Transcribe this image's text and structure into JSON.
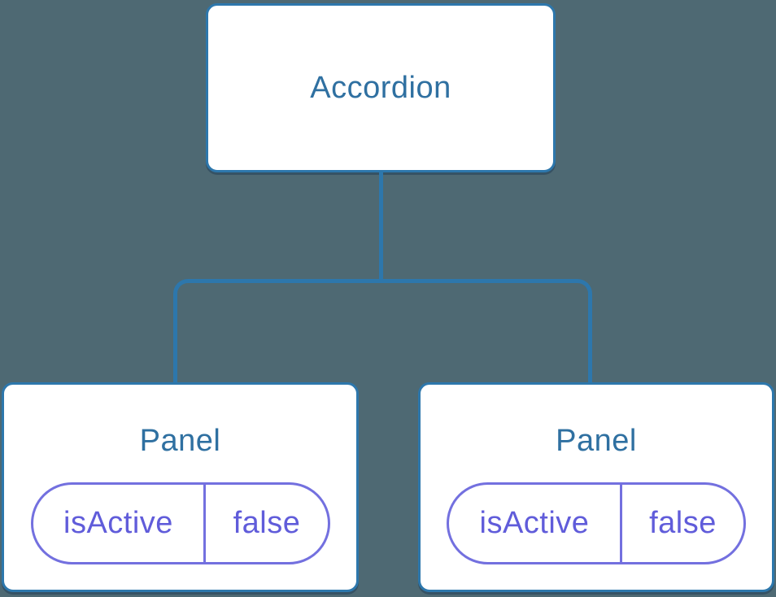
{
  "diagram": {
    "type": "component-tree",
    "tree": {
      "root": {
        "label": "Accordion"
      },
      "children": [
        {
          "label": "Panel",
          "state": {
            "key": "isActive",
            "value": "false"
          }
        },
        {
          "label": "Panel",
          "state": {
            "key": "isActive",
            "value": "false"
          }
        }
      ]
    }
  },
  "colors": {
    "background": "#4E6973",
    "line": "#2D77AC",
    "node-bg": "#FFFFFF",
    "node-text": "#2F70A1",
    "pill-border": "#7370DF",
    "pill-text": "#605CDA"
  }
}
